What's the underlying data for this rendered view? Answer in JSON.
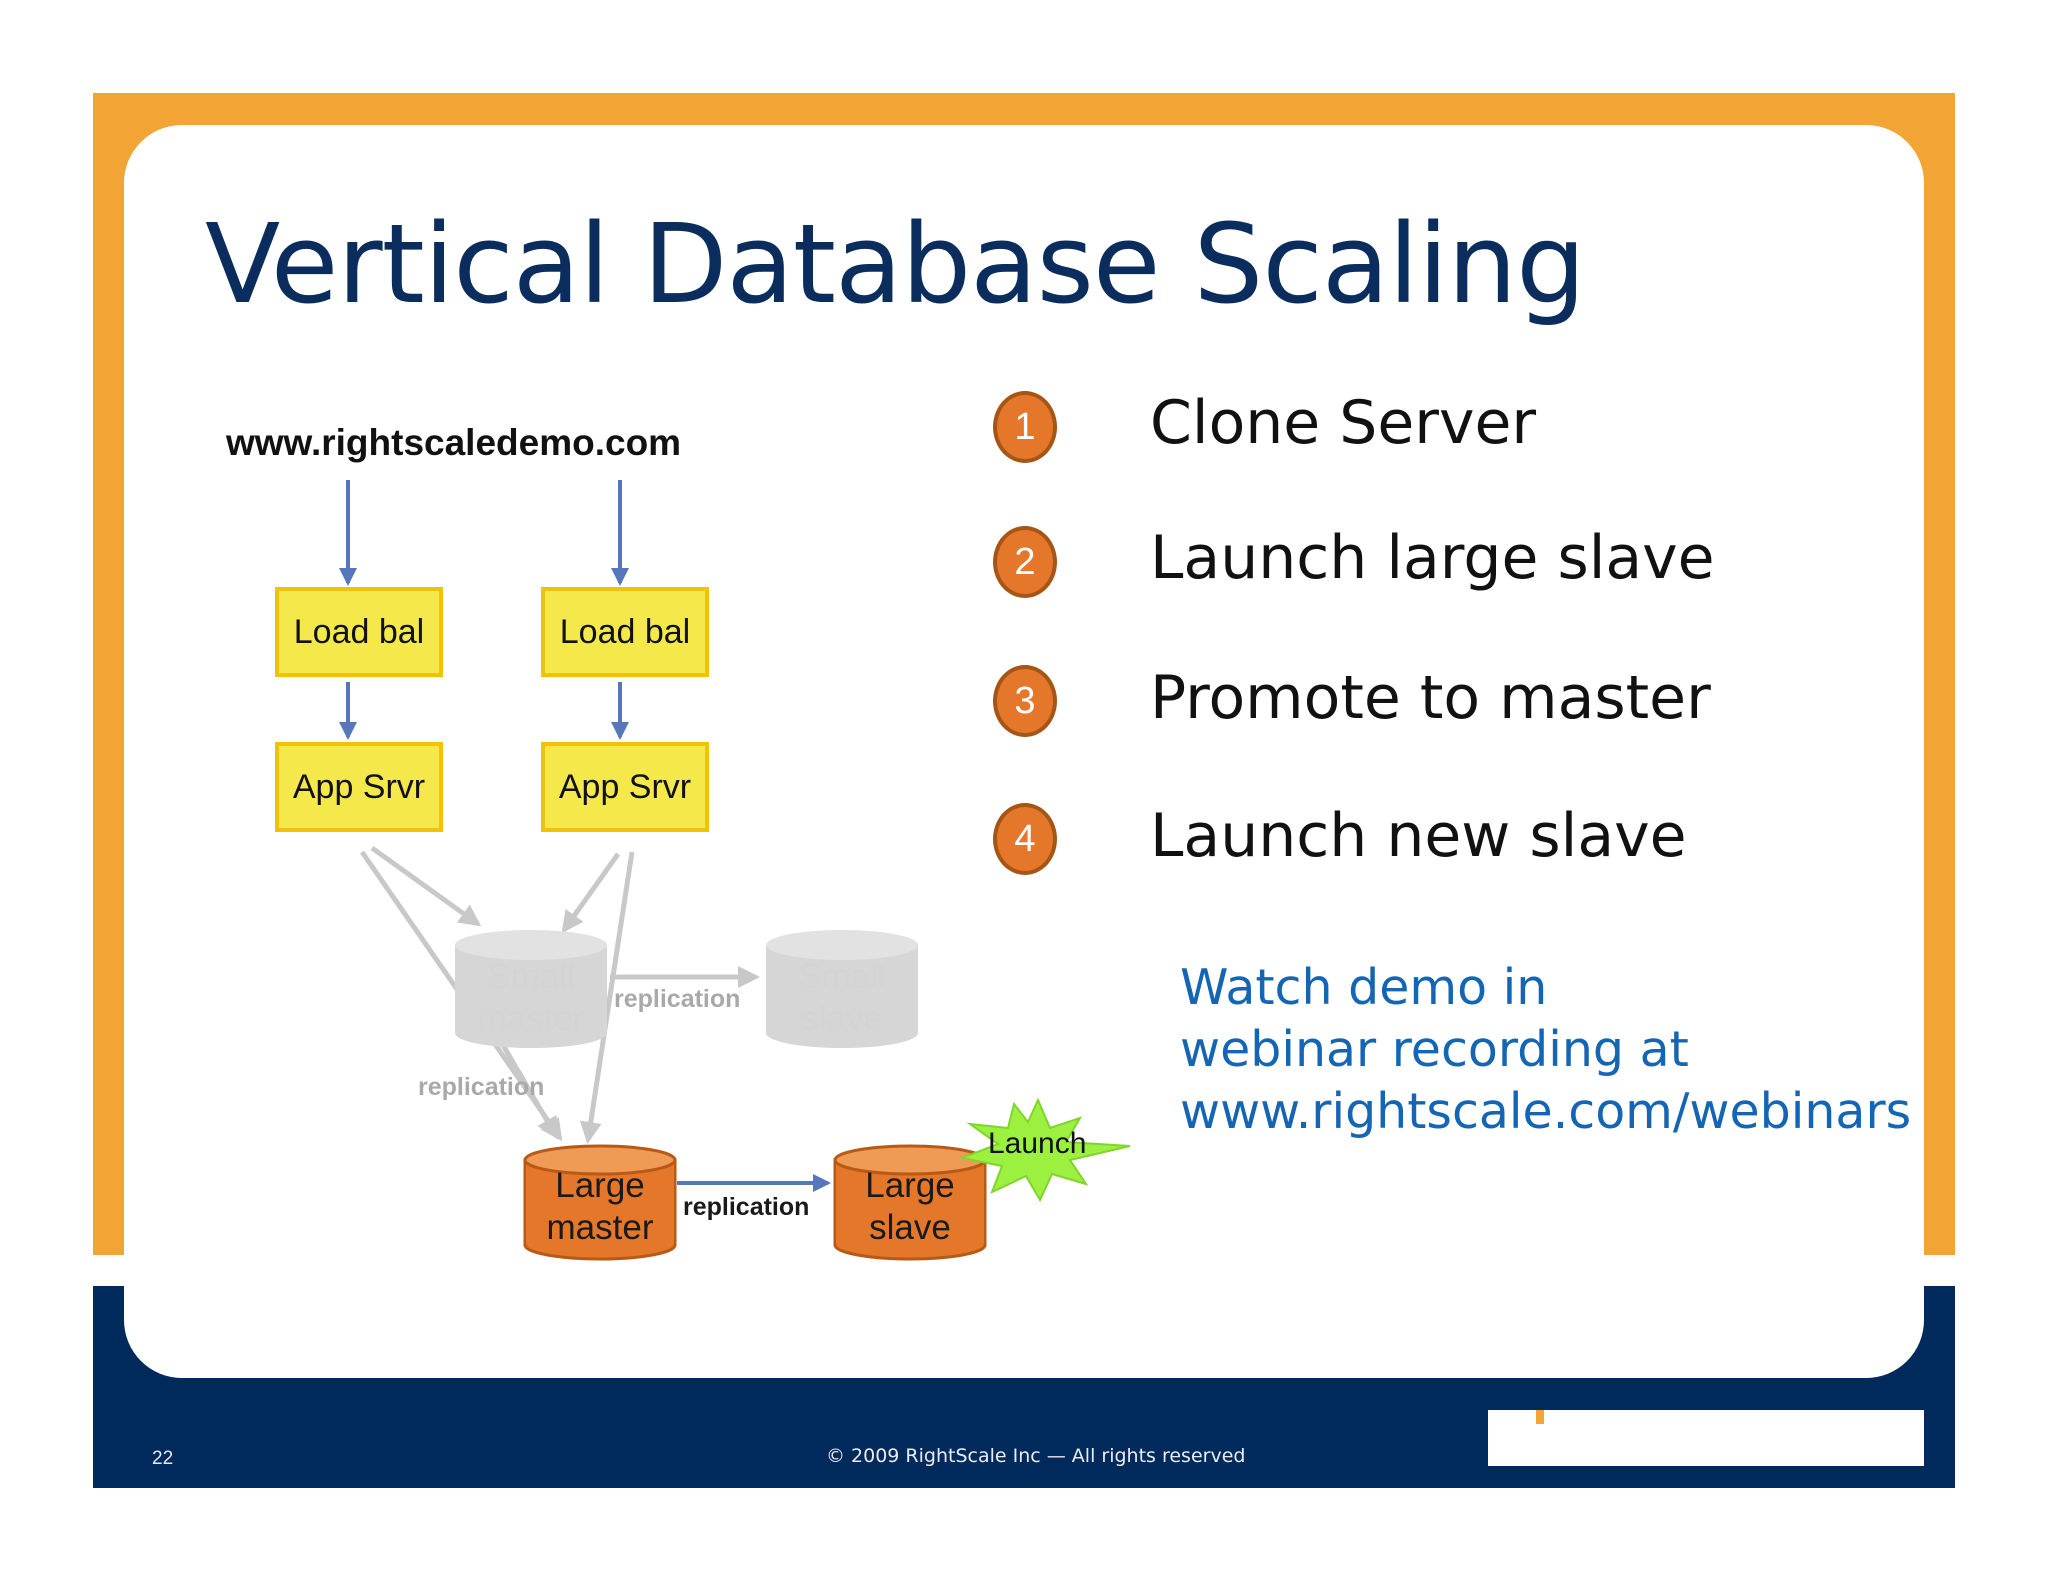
{
  "slide": {
    "title": "Vertical Database Scaling",
    "page_number": "22",
    "copyright": "© 2009 RightScale Inc — All rights reserved"
  },
  "diagram": {
    "url": "www.rightscaledemo.com",
    "load_balancers": [
      "Load bal",
      "Load bal"
    ],
    "app_servers": [
      "App Srvr",
      "App Srvr"
    ],
    "small_master": [
      "Small",
      "master"
    ],
    "small_slave": [
      "Small",
      "slave"
    ],
    "large_master": [
      "Large",
      "master"
    ],
    "large_slave": [
      "Large",
      "slave"
    ],
    "replication_label": "replication",
    "launch_label": "Launch"
  },
  "steps": [
    {
      "number": "1",
      "label": "Clone Server"
    },
    {
      "number": "2",
      "label": "Launch large slave"
    },
    {
      "number": "3",
      "label": "Promote to master"
    },
    {
      "number": "4",
      "label": "Launch new slave"
    }
  ],
  "note": {
    "lines": [
      "Watch demo in",
      "webinar recording at",
      "www.rightscale.com/webinars"
    ]
  },
  "colors": {
    "orange_frame": "#f2a535",
    "navy_footer": "#002a5c",
    "title": "#0b2d5e",
    "box_fill": "#f4e84a",
    "cylinder_orange": "#e5772a",
    "arrow_blue": "#5577bb",
    "note_blue": "#1565b5"
  }
}
